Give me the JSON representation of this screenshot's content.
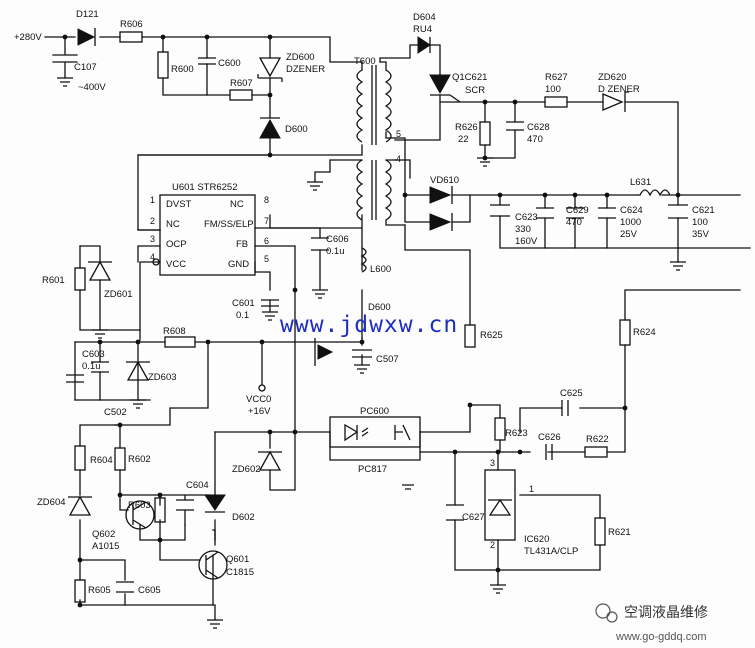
{
  "labels": {
    "v280": "+280V",
    "c107": "C107",
    "v400": "~400V",
    "d121": "D121",
    "r606": "R606",
    "r600": "R600",
    "c600": "C600",
    "zd600": "ZD600",
    "dzener1": "DZENER",
    "r607": "R607",
    "d600": "D600",
    "t600": "T600",
    "d604": "D604",
    "ru4": "RU4",
    "q1c621": "Q1C621",
    "scr": "SCR",
    "r627": "R627",
    "v100": "100",
    "zd620": "ZD620",
    "dzener2": "D ZENER",
    "r626": "R626",
    "v22": "22",
    "c628": "C628",
    "v470a": "470",
    "u601": "U601 STR6252",
    "ocp": "OCP",
    "vcc": "VCC",
    "nc1": "NC",
    "nc2": "NC",
    "fmss": "FM/SS/ELP",
    "fb": "FB",
    "gnd": "GND",
    "dvst": "DVST",
    "r601": "R601",
    "zd601": "ZD601",
    "c606": "C606",
    "v01u1": "0.1u",
    "c601": "C601",
    "v01": "0.1",
    "l600": "L600",
    "d600b": "D600",
    "vd610": "VD610",
    "l631": "L631",
    "c623": "C623",
    "v330": "330",
    "v160": "160V",
    "c629": "C629",
    "v470b": "470",
    "c624": "C624",
    "v1000": "1000",
    "v25": "25V",
    "c621": "C621",
    "v100u": "100",
    "v35": "35V",
    "r608": "R608",
    "c603": "C603",
    "v01u2": "0.1u",
    "zd603": "ZD603",
    "c502": "C502",
    "vcc0": "VCC0",
    "v16": "+16V",
    "c507": "C507",
    "r625": "R625",
    "r624": "R624",
    "pc600": "PC600",
    "pc817": "PC817",
    "c625": "C625",
    "c626": "C626",
    "r622": "R622",
    "r623": "R623",
    "r604": "R604",
    "r602": "R602",
    "c604": "C604",
    "zd604": "ZD604",
    "zd602": "ZD602",
    "r603": "R603",
    "d602": "D602",
    "q602": "Q602",
    "a1015": "A1015",
    "q601": "Q601",
    "c1815": "C1815",
    "r605": "R605",
    "c605": "C605",
    "c627": "C627",
    "ic620": "IC620",
    "tl431": "TL431A/CLP",
    "r621": "R621",
    "pin1": "1",
    "pin2": "2",
    "pin3": "3",
    "pin4": "4",
    "pin5": "5",
    "pin6": "6",
    "pin7": "7",
    "pin8": "8",
    "tpin5": "5",
    "tpin4": "4",
    "ic1": "1",
    "ic2": "2",
    "ic3": "3"
  },
  "watermark": "www.jdwxw.cn",
  "logo_text": "空调液晶维修",
  "logo_url": "www.go-gddq.com"
}
